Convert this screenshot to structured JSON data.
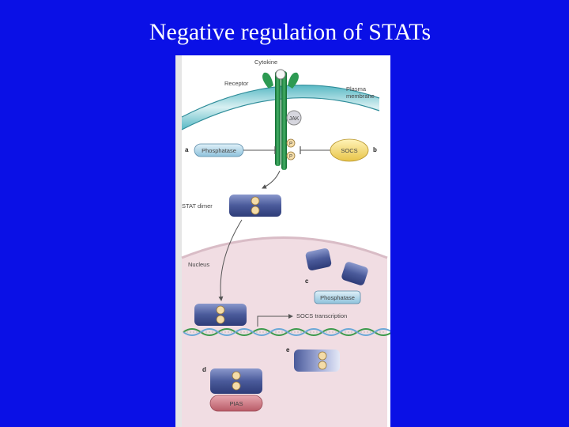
{
  "slide": {
    "title": "Negative regulation of STATs"
  },
  "figure": {
    "labels": {
      "cytokine": "Cytokine",
      "receptor": "Receptor",
      "plasma_membrane_line1": "Plasma",
      "plasma_membrane_line2": "membrane",
      "jak": "JAK",
      "phosphatase_a": "Phosphatase",
      "socs": "SOCS",
      "stat_dimer": "STAT dimer",
      "nucleus": "Nucleus",
      "phosphatase_c": "Phosphatase",
      "socs_transcription": "SOCS transcription",
      "pias": "PIAS",
      "phospho": "P"
    },
    "panel_letters": {
      "a": "a",
      "b": "b",
      "c": "c",
      "d": "d",
      "e": "e"
    }
  }
}
